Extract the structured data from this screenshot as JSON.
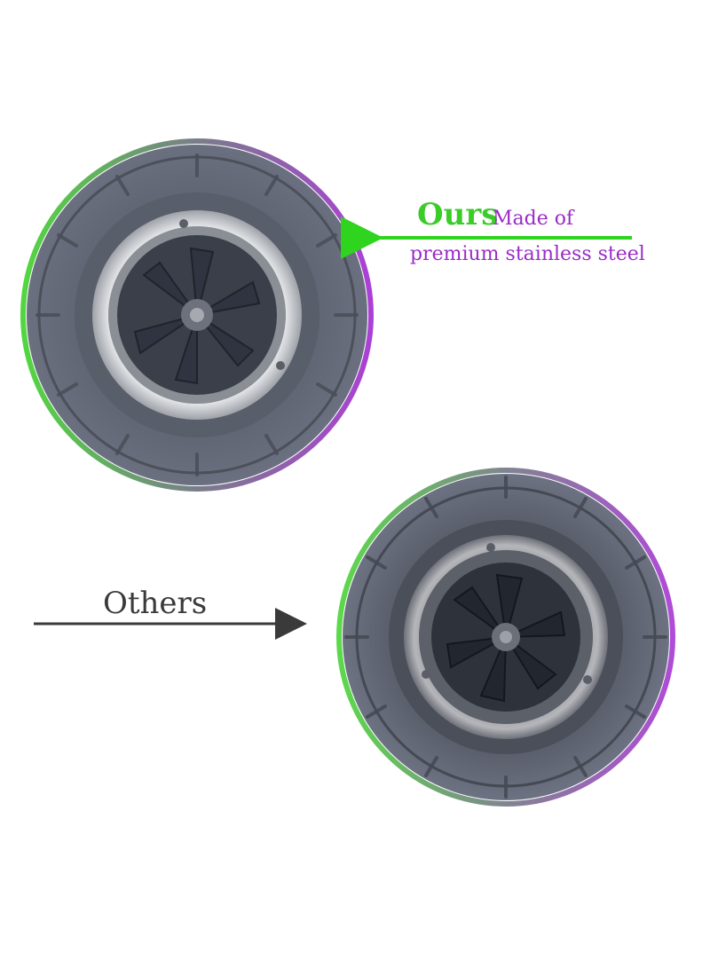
{
  "ours": {
    "title": "Ours",
    "subtitle": "Made of",
    "line2": "premium stainless steel",
    "title_color": "#3ccc2a",
    "text_color": "#9a2bc7",
    "arrow_color": "#2fd41e"
  },
  "others": {
    "label": "Others",
    "text_color": "#3a3a3a",
    "arrow_color": "#3a3a3a"
  },
  "colors": {
    "rubber": "#626775",
    "rubber_dark": "#4a4e5a",
    "steel": "#c9ccd0",
    "blade": "#2f3440",
    "glow_green": "#3fd22b",
    "glow_purple": "#a12bd0"
  }
}
